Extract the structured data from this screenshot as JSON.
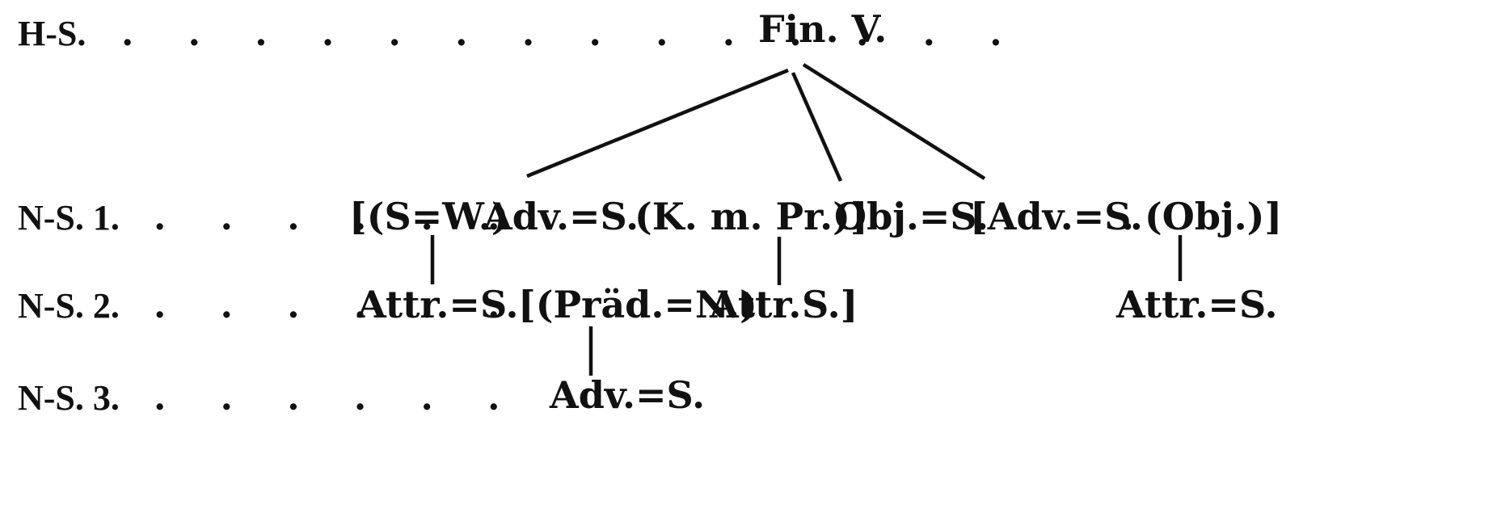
{
  "levels": [
    {
      "label": "H-S.",
      "dots": ". . . . . . . . . . . . . ."
    },
    {
      "label": "N-S. 1.",
      "dots": ". . . . . ."
    },
    {
      "label": "N-S. 2.",
      "dots": ". . . . . ."
    },
    {
      "label": "N-S. 3.",
      "dots": ". . . . . ."
    }
  ],
  "nodes": {
    "root": "Fin. V.",
    "n1_sw": "[(S=W.)",
    "n1_advs": "Adv.=S.",
    "n1_kmpr": "(K. m. Pr.)]",
    "n1_objs": "Obj.=S.",
    "n1_advs2": "[Adv.=S.",
    "n1_sep": ".",
    "n1_obj": "(Obj.)]",
    "n2_attrs": "Attr.=S.",
    "n2_praed": "[(Präd.=N.)",
    "n2_attr": "Attr.",
    "n2_s": "S.]",
    "n2_attrs2": "Attr.=S.",
    "n3_advs": "Adv.=S."
  },
  "edges": [
    {
      "from": "root",
      "to": "n1_advs"
    },
    {
      "from": "root",
      "to": "n1_objs"
    },
    {
      "from": "root",
      "to": "n1_advs2"
    },
    {
      "from": "n1_sw",
      "to": "n2_attrs"
    },
    {
      "from": "n1_kmpr",
      "to": "n2_attr"
    },
    {
      "from": "n1_obj",
      "to": "n2_attrs2"
    },
    {
      "from": "n2_praed",
      "to": "n3_advs"
    }
  ]
}
